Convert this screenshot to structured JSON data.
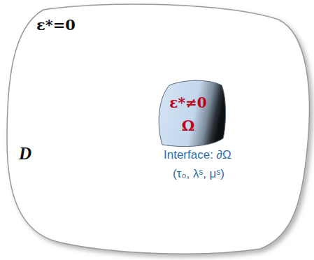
{
  "diagram": {
    "nodes": [
      {
        "text": [
          "ε*=0",
          "D"
        ]
      },
      {
        "text": [
          "ε*≠0",
          "Ω"
        ],
        "in": 0
      }
    ],
    "labels": [
      "Interface: ∂Ω",
      "(τ₀, λˢ, μˢ)"
    ]
  }
}
